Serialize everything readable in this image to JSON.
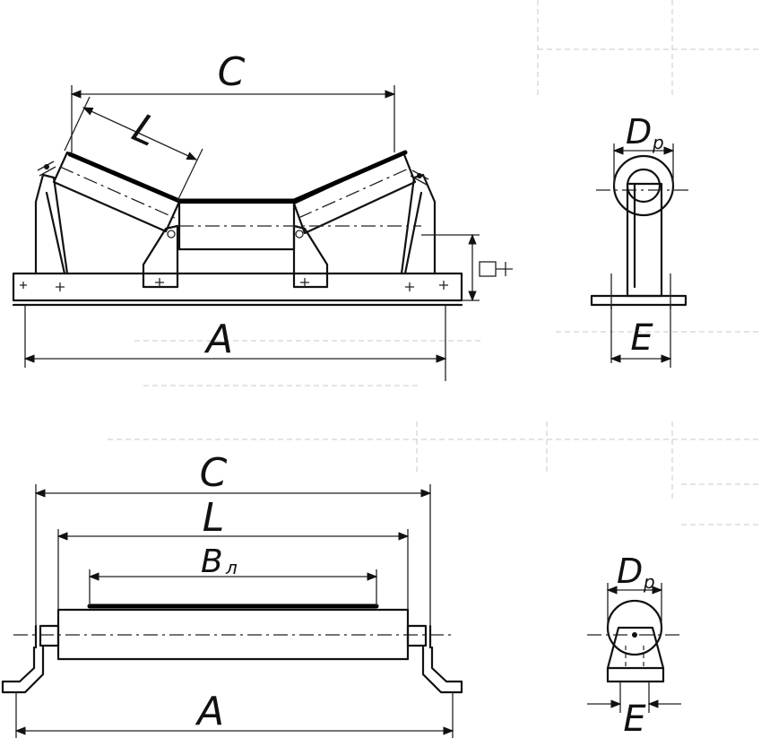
{
  "troughed_front": {
    "dim_C": "C",
    "dim_L": "L",
    "dim_A": "A"
  },
  "troughed_side": {
    "dim_D": "D",
    "dim_D_sub": "р",
    "dim_E": "E"
  },
  "flat_front": {
    "dim_C": "C",
    "dim_L": "L",
    "dim_B": "B",
    "dim_B_sub": "л",
    "dim_A": "A"
  },
  "flat_side": {
    "dim_D": "D",
    "dim_D_sub": "р",
    "dim_E": "E"
  }
}
